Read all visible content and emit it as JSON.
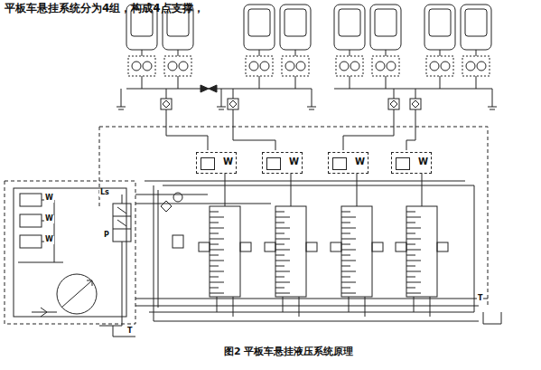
{
  "diagram": {
    "title": "平板车悬挂系统分为4组，构成4点支撑，",
    "caption": "图2 平板车悬挂液压系统原理",
    "nodes": [
      {
        "text": [
          "W"
        ]
      },
      {
        "text": [
          "W"
        ]
      },
      {
        "text": [
          "W"
        ]
      },
      {
        "text": [
          "W"
        ]
      }
    ],
    "labels": [
      "W",
      "W",
      "W",
      "Ls",
      "P",
      "T",
      "T"
    ]
  }
}
